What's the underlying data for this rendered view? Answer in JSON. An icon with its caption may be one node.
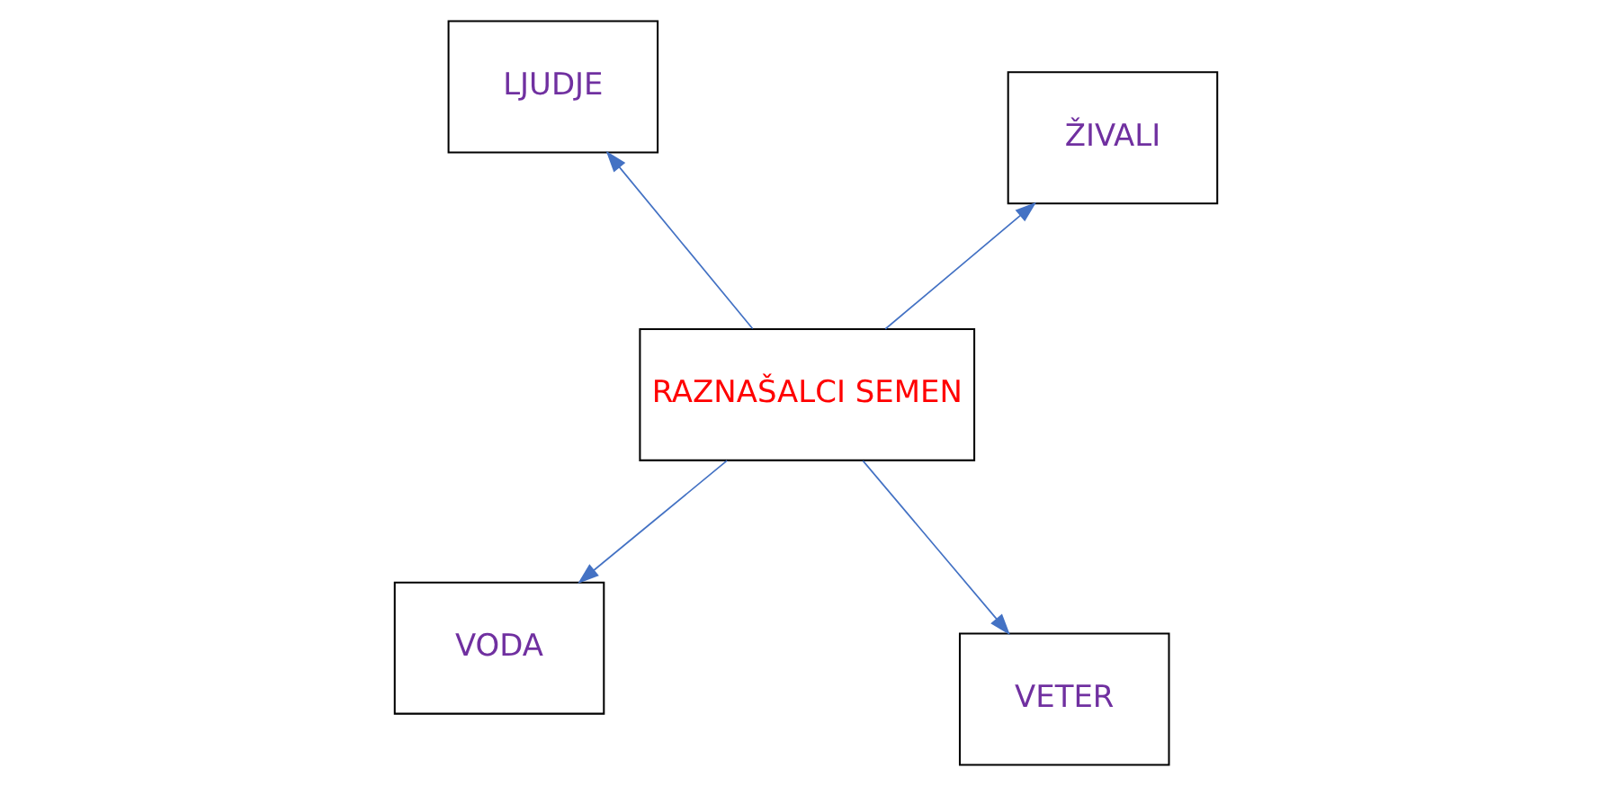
{
  "diagram": {
    "nodes": [
      {
        "text": [
          "VODA"
        ]
      },
      {
        "text": [
          "VETER"
        ]
      },
      {
        "text": [
          "RAZNAŠALCI SEMEN"
        ]
      },
      {
        "text": [
          "LJUDJE"
        ]
      },
      {
        "text": [
          "ŽIVALI"
        ]
      }
    ],
    "edges": [
      {
        "from": 2,
        "to": 0,
        "arrow": "to"
      },
      {
        "from": 2,
        "to": 1,
        "arrow": "to"
      },
      {
        "from": 2,
        "to": 3,
        "arrow": "to"
      },
      {
        "from": 2,
        "to": 4,
        "arrow": "to"
      }
    ]
  }
}
